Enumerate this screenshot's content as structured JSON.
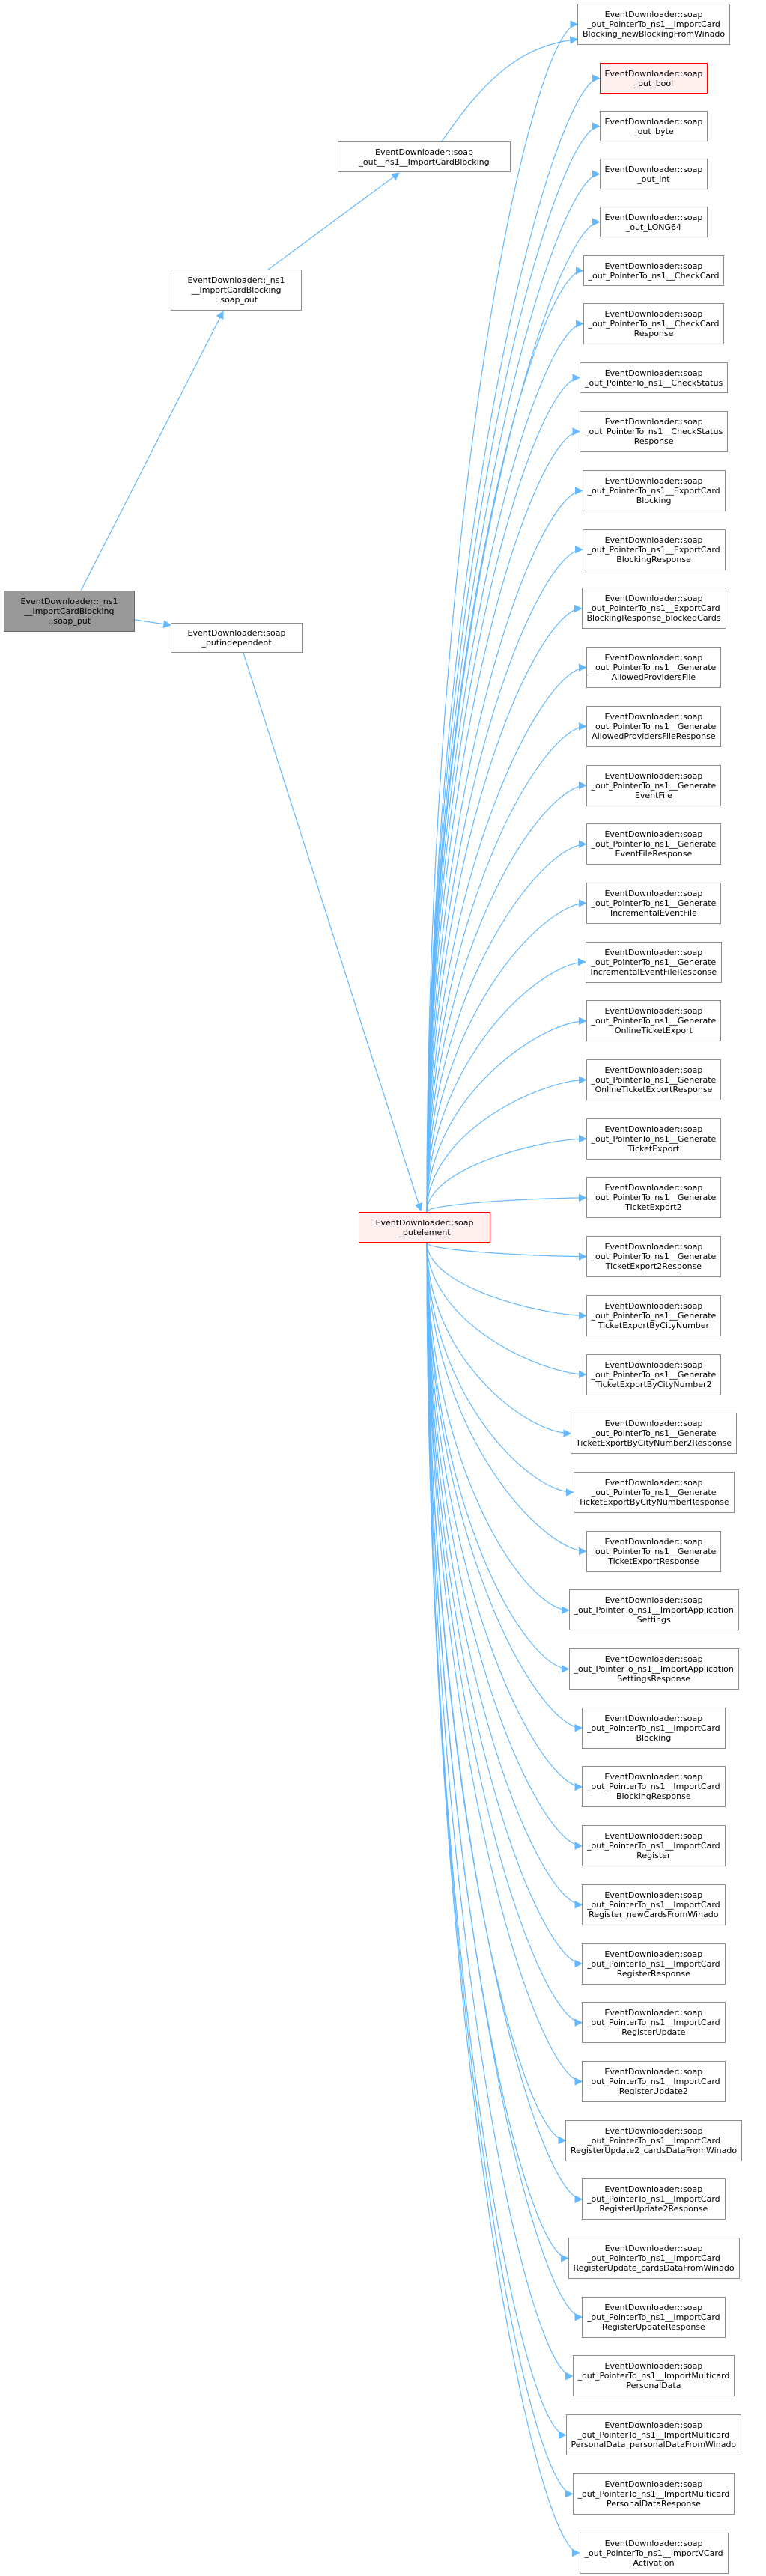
{
  "colors": {
    "edge": "#63b8ff",
    "border": "#8c8c8c",
    "highlight_border": "#ff0000",
    "highlight_fill": "#fff0f0",
    "root_fill": "#999999"
  },
  "root": {
    "lines": [
      "EventDownloader::_ns1",
      "__ImportCardBlocking",
      "::soap_put"
    ]
  },
  "soap_out_method": {
    "lines": [
      "EventDownloader::_ns1",
      "__ImportCardBlocking",
      "::soap_out"
    ]
  },
  "soap_out_ns1": {
    "lines": [
      "EventDownloader::soap",
      "_out__ns1__ImportCardBlocking"
    ]
  },
  "putindependent": {
    "lines": [
      "EventDownloader::soap",
      "_putindependent"
    ]
  },
  "putelement": {
    "lines": [
      "EventDownloader::soap",
      "_putelement"
    ]
  },
  "targets": [
    {
      "lines": [
        "EventDownloader::soap",
        "_out_PointerTo_ns1__ImportCard",
        "Blocking_newBlockingFromWinado"
      ]
    },
    {
      "lines": [
        "EventDownloader::soap",
        "_out_bool"
      ],
      "highlight": true
    },
    {
      "lines": [
        "EventDownloader::soap",
        "_out_byte"
      ]
    },
    {
      "lines": [
        "EventDownloader::soap",
        "_out_int"
      ]
    },
    {
      "lines": [
        "EventDownloader::soap",
        "_out_LONG64"
      ]
    },
    {
      "lines": [
        "EventDownloader::soap",
        "_out_PointerTo_ns1__CheckCard"
      ]
    },
    {
      "lines": [
        "EventDownloader::soap",
        "_out_PointerTo_ns1__CheckCard",
        "Response"
      ]
    },
    {
      "lines": [
        "EventDownloader::soap",
        "_out_PointerTo_ns1__CheckStatus"
      ]
    },
    {
      "lines": [
        "EventDownloader::soap",
        "_out_PointerTo_ns1__CheckStatus",
        "Response"
      ]
    },
    {
      "lines": [
        "EventDownloader::soap",
        "_out_PointerTo_ns1__ExportCard",
        "Blocking"
      ]
    },
    {
      "lines": [
        "EventDownloader::soap",
        "_out_PointerTo_ns1__ExportCard",
        "BlockingResponse"
      ]
    },
    {
      "lines": [
        "EventDownloader::soap",
        "_out_PointerTo_ns1__ExportCard",
        "BlockingResponse_blockedCards"
      ]
    },
    {
      "lines": [
        "EventDownloader::soap",
        "_out_PointerTo_ns1__Generate",
        "AllowedProvidersFile"
      ]
    },
    {
      "lines": [
        "EventDownloader::soap",
        "_out_PointerTo_ns1__Generate",
        "AllowedProvidersFileResponse"
      ]
    },
    {
      "lines": [
        "EventDownloader::soap",
        "_out_PointerTo_ns1__Generate",
        "EventFile"
      ]
    },
    {
      "lines": [
        "EventDownloader::soap",
        "_out_PointerTo_ns1__Generate",
        "EventFileResponse"
      ]
    },
    {
      "lines": [
        "EventDownloader::soap",
        "_out_PointerTo_ns1__Generate",
        "IncrementalEventFile"
      ]
    },
    {
      "lines": [
        "EventDownloader::soap",
        "_out_PointerTo_ns1__Generate",
        "IncrementalEventFileResponse"
      ]
    },
    {
      "lines": [
        "EventDownloader::soap",
        "_out_PointerTo_ns1__Generate",
        "OnlineTicketExport"
      ]
    },
    {
      "lines": [
        "EventDownloader::soap",
        "_out_PointerTo_ns1__Generate",
        "OnlineTicketExportResponse"
      ]
    },
    {
      "lines": [
        "EventDownloader::soap",
        "_out_PointerTo_ns1__Generate",
        "TicketExport"
      ]
    },
    {
      "lines": [
        "EventDownloader::soap",
        "_out_PointerTo_ns1__Generate",
        "TicketExport2"
      ]
    },
    {
      "lines": [
        "EventDownloader::soap",
        "_out_PointerTo_ns1__Generate",
        "TicketExport2Response"
      ]
    },
    {
      "lines": [
        "EventDownloader::soap",
        "_out_PointerTo_ns1__Generate",
        "TicketExportByCityNumber"
      ]
    },
    {
      "lines": [
        "EventDownloader::soap",
        "_out_PointerTo_ns1__Generate",
        "TicketExportByCityNumber2"
      ]
    },
    {
      "lines": [
        "EventDownloader::soap",
        "_out_PointerTo_ns1__Generate",
        "TicketExportByCityNumber2Response"
      ]
    },
    {
      "lines": [
        "EventDownloader::soap",
        "_out_PointerTo_ns1__Generate",
        "TicketExportByCityNumberResponse"
      ]
    },
    {
      "lines": [
        "EventDownloader::soap",
        "_out_PointerTo_ns1__Generate",
        "TicketExportResponse"
      ]
    },
    {
      "lines": [
        "EventDownloader::soap",
        "_out_PointerTo_ns1__ImportApplication",
        "Settings"
      ]
    },
    {
      "lines": [
        "EventDownloader::soap",
        "_out_PointerTo_ns1__ImportApplication",
        "SettingsResponse"
      ]
    },
    {
      "lines": [
        "EventDownloader::soap",
        "_out_PointerTo_ns1__ImportCard",
        "Blocking"
      ]
    },
    {
      "lines": [
        "EventDownloader::soap",
        "_out_PointerTo_ns1__ImportCard",
        "BlockingResponse"
      ]
    },
    {
      "lines": [
        "EventDownloader::soap",
        "_out_PointerTo_ns1__ImportCard",
        "Register"
      ]
    },
    {
      "lines": [
        "EventDownloader::soap",
        "_out_PointerTo_ns1__ImportCard",
        "Register_newCardsFromWinado"
      ]
    },
    {
      "lines": [
        "EventDownloader::soap",
        "_out_PointerTo_ns1__ImportCard",
        "RegisterResponse"
      ]
    },
    {
      "lines": [
        "EventDownloader::soap",
        "_out_PointerTo_ns1__ImportCard",
        "RegisterUpdate"
      ]
    },
    {
      "lines": [
        "EventDownloader::soap",
        "_out_PointerTo_ns1__ImportCard",
        "RegisterUpdate2"
      ]
    },
    {
      "lines": [
        "EventDownloader::soap",
        "_out_PointerTo_ns1__ImportCard",
        "RegisterUpdate2_cardsDataFromWinado"
      ]
    },
    {
      "lines": [
        "EventDownloader::soap",
        "_out_PointerTo_ns1__ImportCard",
        "RegisterUpdate2Response"
      ]
    },
    {
      "lines": [
        "EventDownloader::soap",
        "_out_PointerTo_ns1__ImportCard",
        "RegisterUpdate_cardsDataFromWinado"
      ]
    },
    {
      "lines": [
        "EventDownloader::soap",
        "_out_PointerTo_ns1__ImportCard",
        "RegisterUpdateResponse"
      ]
    },
    {
      "lines": [
        "EventDownloader::soap",
        "_out_PointerTo_ns1__ImportMulticard",
        "PersonalData"
      ]
    },
    {
      "lines": [
        "EventDownloader::soap",
        "_out_PointerTo_ns1__ImportMulticard",
        "PersonalData_personalDataFromWinado"
      ]
    },
    {
      "lines": [
        "EventDownloader::soap",
        "_out_PointerTo_ns1__ImportMulticard",
        "PersonalDataResponse"
      ]
    },
    {
      "lines": [
        "EventDownloader::soap",
        "_out_PointerTo_ns1__ImportVCard",
        "Activation"
      ]
    }
  ]
}
